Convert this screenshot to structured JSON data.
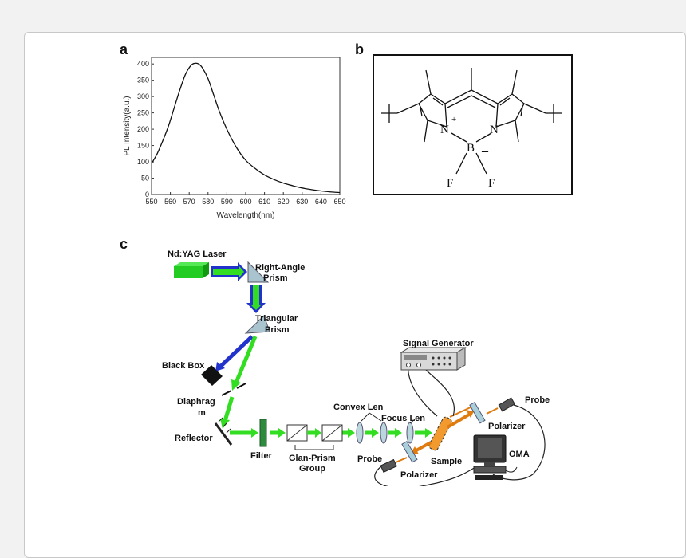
{
  "figure": {
    "panels": {
      "a": "a",
      "b": "b",
      "c": "c"
    }
  },
  "chart_data": {
    "type": "line",
    "xlabel": "Wavelength(nm)",
    "ylabel": "PL Intensity(a.u.)",
    "xlim": [
      550,
      650
    ],
    "ylim": [
      0,
      420
    ],
    "xticks": [
      "550",
      "560",
      "570",
      "580",
      "590",
      "600",
      "610",
      "620",
      "630",
      "640",
      "650"
    ],
    "yticks": [
      "0",
      "50",
      "100",
      "150",
      "200",
      "250",
      "300",
      "350",
      "400"
    ],
    "grid": false,
    "series": [
      {
        "x": [
          550,
          553,
          556,
          559,
          562,
          565,
          568,
          571,
          573,
          575,
          577,
          580,
          583,
          586,
          590,
          595,
          600,
          605,
          610,
          615,
          620,
          625,
          630,
          635,
          640,
          645,
          650
        ],
        "values": [
          95,
          125,
          165,
          210,
          265,
          320,
          368,
          396,
          402,
          400,
          388,
          355,
          305,
          255,
          200,
          145,
          105,
          80,
          60,
          46,
          35,
          27,
          20,
          15,
          11,
          8,
          6
        ]
      }
    ]
  },
  "molecule": {
    "atoms": {
      "n_left": "N",
      "n_plus": "+",
      "n_right": "N",
      "boron": "B",
      "minus": "–",
      "f_left": "F",
      "f_right": "F"
    }
  },
  "setup": {
    "labels": {
      "laser": "Nd:YAG Laser",
      "right_angle_prism_1": "Right-Angle",
      "right_angle_prism_2": "Prism",
      "triangular_prism_1": "Triangular",
      "triangular_prism_2": "Prism",
      "black_box": "Black Box",
      "diaphragm_1": "Diaphrag",
      "diaphragm_2": "m",
      "reflector": "Reflector",
      "filter": "Filter",
      "glan_prism_1": "Glan-Prism",
      "glan_prism_2": "Group",
      "convex_len": "Convex Len",
      "focus_len": "Focus Len",
      "probe_left": "Probe",
      "polarizer_bottom": "Polarizer",
      "sample": "Sample",
      "signal_generator": "Signal Generator",
      "probe_right": "Probe",
      "polarizer_right": "Polarizer",
      "oma": "OMA"
    },
    "colors": {
      "laser_green": "#22cc22",
      "beam_green": "#33dd22",
      "beam_blue": "#2233cc",
      "prism_fill": "#a9c4cf",
      "sample_orange": "#f29a2e",
      "filter_green": "#2e8b3e"
    }
  }
}
